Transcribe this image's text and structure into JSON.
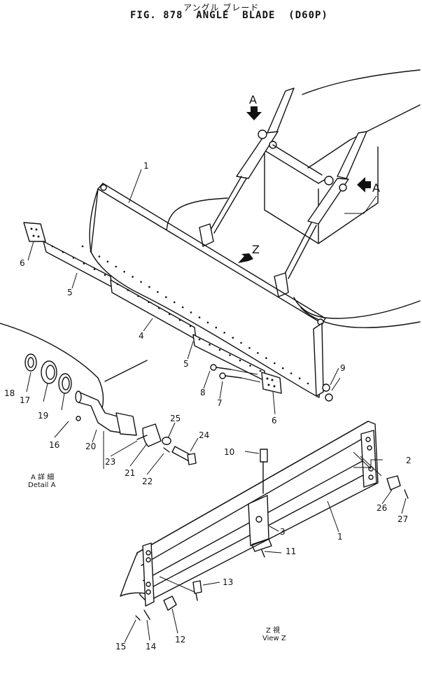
{
  "figure": {
    "jp_title": "アングル ブレード",
    "title": "FIG. 878  ANGLE  BLADE  (D60P)"
  },
  "views": {
    "arrow_a_upper": "A",
    "arrow_a_right": "A",
    "arrow_z": "Z",
    "detail_a_jp": "A 詳 細",
    "detail_a": "Detail A",
    "view_z_jp": "Z 視",
    "view_z": "View Z"
  },
  "callouts": [
    "1",
    "2",
    "3",
    "4",
    "5",
    "5",
    "6",
    "6",
    "7",
    "8",
    "9",
    "10",
    "11",
    "12",
    "13",
    "14",
    "15",
    "16",
    "17",
    "18",
    "19",
    "20",
    "21",
    "22",
    "23",
    "24",
    "25",
    "26",
    "27",
    "1"
  ]
}
